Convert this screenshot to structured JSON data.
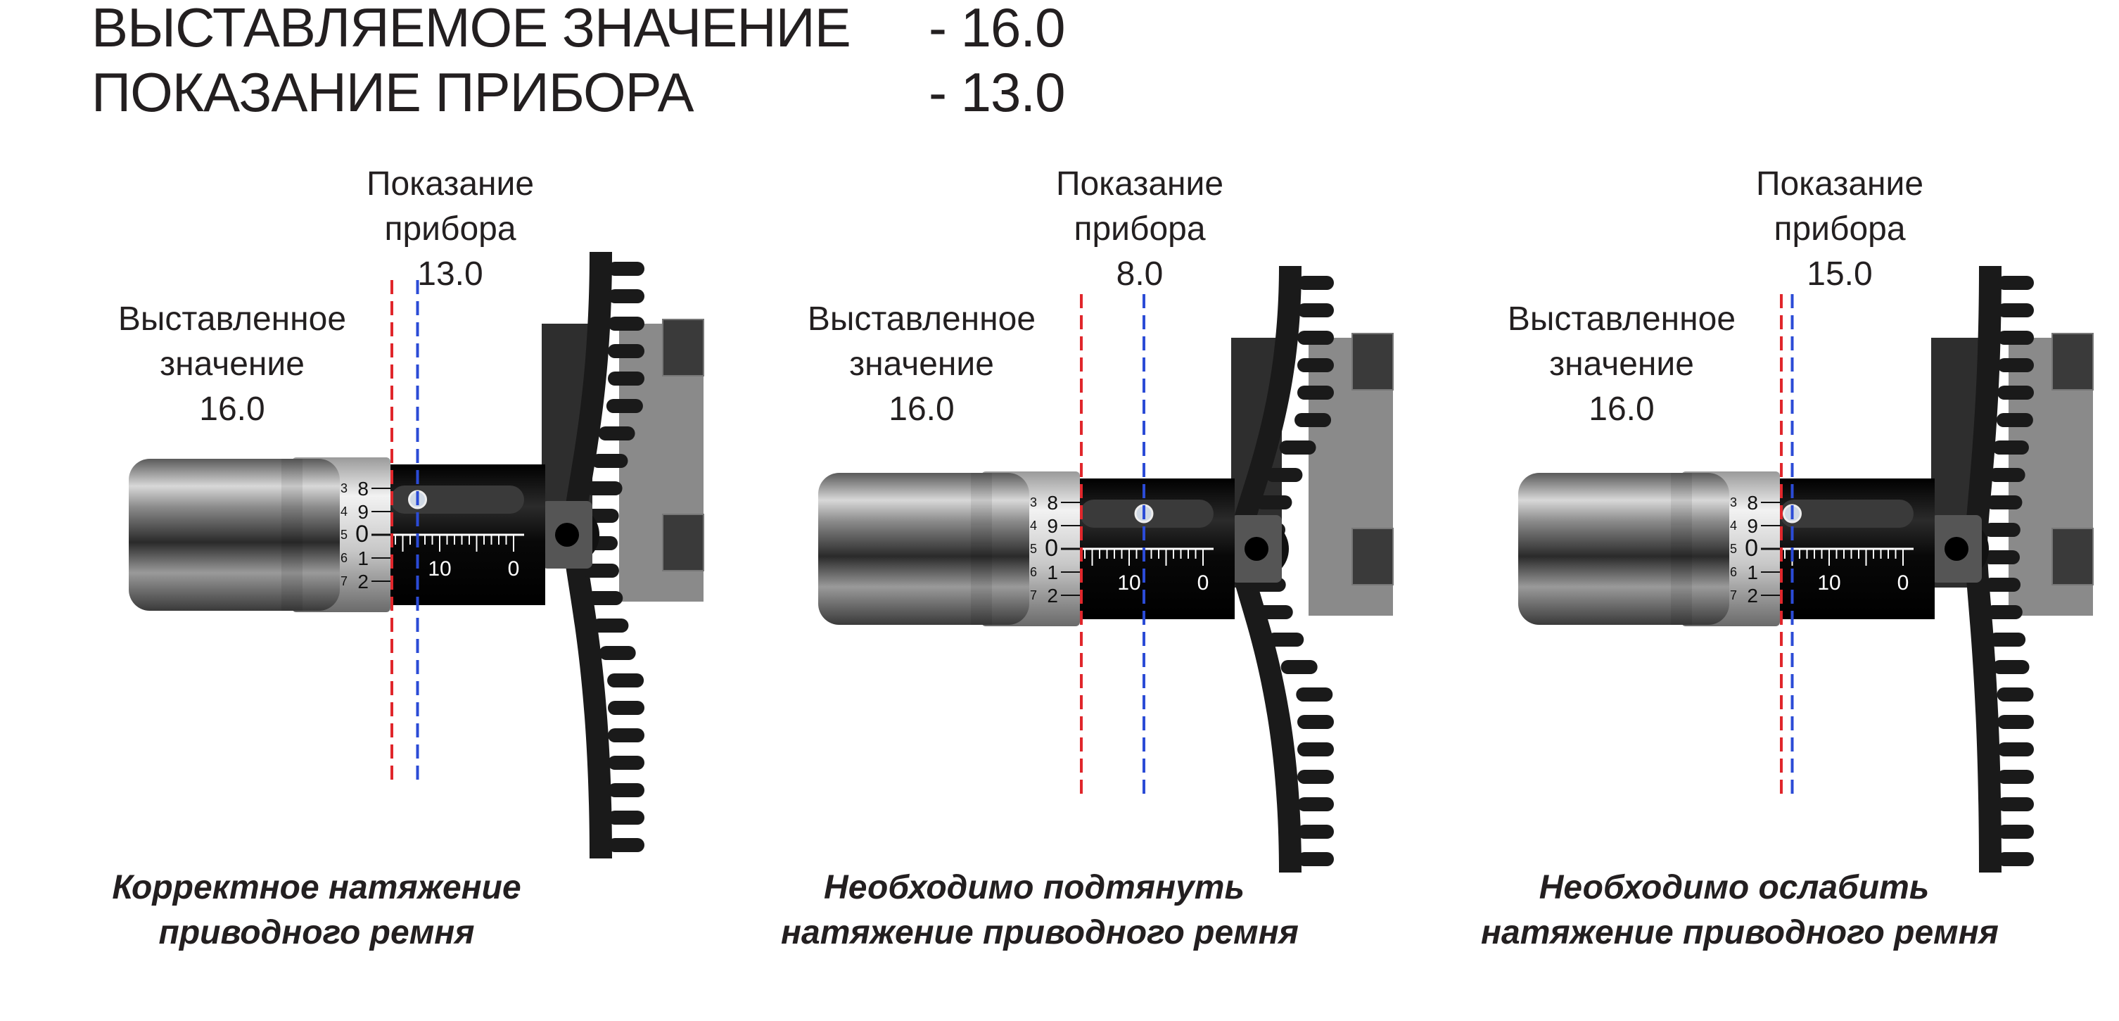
{
  "header": {
    "set_label": "ВЫСТАВЛЯЕМОЕ ЗНАЧЕНИЕ",
    "set_value": "- 16.0",
    "reading_label": "ПОКАЗАНИЕ ПРИБОРА",
    "reading_value": "- 13.0"
  },
  "panels": [
    {
      "reading_title_1": "Показание",
      "reading_title_2": "прибора",
      "reading_value": "13.0",
      "set_title_1": "Выставленное",
      "set_title_2": "значение",
      "set_value": "16.0",
      "caption_1": "Корректное натяжение",
      "caption_2": "приводного ремня",
      "reading_level": 13.0,
      "bulge_level": "small"
    },
    {
      "reading_title_1": "Показание",
      "reading_title_2": "прибора",
      "reading_value": "8.0",
      "set_title_1": "Выставленное",
      "set_title_2": "значение",
      "set_value": "16.0",
      "caption_1": "Необходимо подтянуть",
      "caption_2": "натяжение приводного ремня",
      "reading_level": 8.0,
      "bulge_level": "large"
    },
    {
      "reading_title_1": "Показание",
      "reading_title_2": "прибора",
      "reading_value": "15.0",
      "set_title_1": "Выставленное",
      "set_title_2": "значение",
      "set_value": "16.0",
      "caption_1": "Необходимо ослабить",
      "caption_2": "натяжение приводного ремня",
      "reading_level": 15.0,
      "bulge_level": "slight"
    }
  ],
  "scale": {
    "sleeve_labels": [
      "10",
      "0"
    ],
    "dial_labels": [
      "8",
      "9",
      "0",
      "1",
      "2"
    ],
    "dial_small_labels": [
      "3",
      "4",
      "5",
      "6",
      "7"
    ]
  },
  "colors": {
    "set_line": "#e0262b",
    "reading_line": "#2b4bd6",
    "belt": "#1a1a1a",
    "bracket": "#2e2e2e",
    "plate": "#8a8a8a"
  }
}
